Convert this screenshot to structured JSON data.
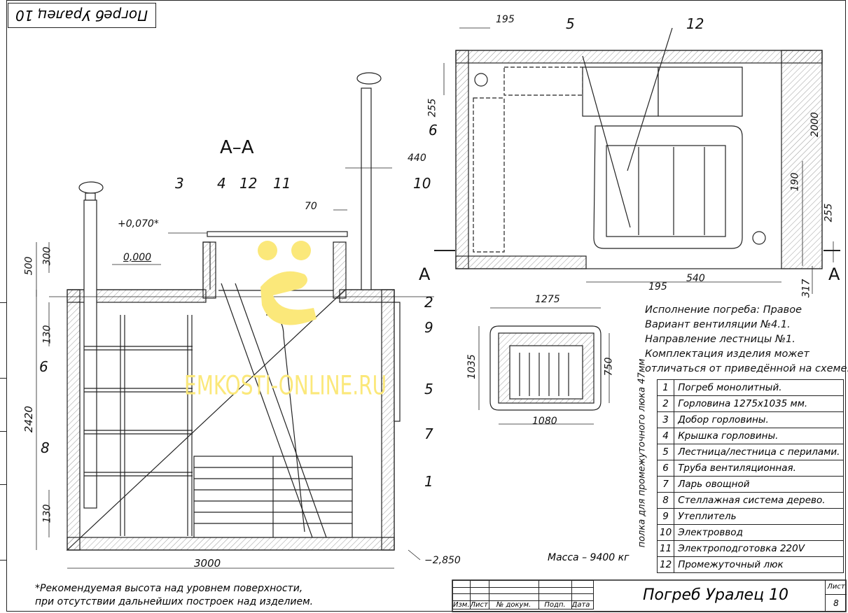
{
  "drawing": {
    "top_stamp": "Погреб Уралец 10",
    "section_title": "А–А",
    "notes": [
      "Исполнение погреба: Правое",
      "Вариант вентиляции №4.1.",
      "Направление лестницы №1.",
      "Комплектация изделия может",
      "отличаться от приведённой на схеме."
    ],
    "legend": [
      {
        "num": "1",
        "text": "Погреб монолитный."
      },
      {
        "num": "2",
        "text": "Горловина 1275х1035 мм."
      },
      {
        "num": "3",
        "text": "Добор горловины."
      },
      {
        "num": "4",
        "text": "Крышка горловины."
      },
      {
        "num": "5",
        "text": "Лестница/лестница с перилами."
      },
      {
        "num": "6",
        "text": "Труба вентиляционная."
      },
      {
        "num": "7",
        "text": "Ларь овощной"
      },
      {
        "num": "8",
        "text": "Стеллажная система дерево."
      },
      {
        "num": "9",
        "text": "Утеплитель"
      },
      {
        "num": "10",
        "text": "Электроввод"
      },
      {
        "num": "11",
        "text": "Электроподготовка 220V"
      },
      {
        "num": "12",
        "text": "Промежуточный люк"
      }
    ],
    "mass": "Масса – 9400 кг",
    "footnote": [
      "*Рекомендуемая высота над уровнем поверхности,",
      "при отсутствии дальнейших построек над изделием."
    ],
    "shelf_note": "полка для промежуточного люка 47мм",
    "watermark": "EMKOSTI-ONLINE.RU",
    "titleblock": {
      "cols": [
        "Изм.",
        "Лист",
        "№ докум.",
        "Подп.",
        "Дата"
      ],
      "title": "Погреб Уралец 10",
      "sheet_label": "Лист",
      "sheet_num": "8"
    },
    "section": {
      "dims": {
        "d3000": "3000",
        "d2420": "2420",
        "d500": "500",
        "d300": "300",
        "d130a": "130",
        "d130b": "130",
        "d440": "440",
        "d70": "70",
        "level_top": "+0,070*",
        "level_zero": "0,000",
        "level_bottom": "−2,850"
      },
      "callouts": {
        "c1": "1",
        "c2": "2",
        "c3": "3",
        "c4": "4",
        "c5": "5",
        "c6": "6",
        "c7": "7",
        "c8": "8",
        "c9": "9",
        "c10": "10",
        "c11": "11",
        "c12": "12"
      },
      "cut_a_left": "А",
      "cut_a_right": "А"
    },
    "plan": {
      "dims": {
        "d195a": "195",
        "d255a": "255",
        "d2000": "2000",
        "d190": "190",
        "d255b": "255",
        "d195b": "195",
        "d540": "540",
        "d317": "317"
      },
      "callouts": {
        "c5": "5",
        "c12": "12",
        "c6": "6"
      }
    },
    "hatch": {
      "dims": {
        "d1275": "1275",
        "d1035": "1035",
        "d750": "750",
        "d1080": "1080"
      }
    }
  }
}
